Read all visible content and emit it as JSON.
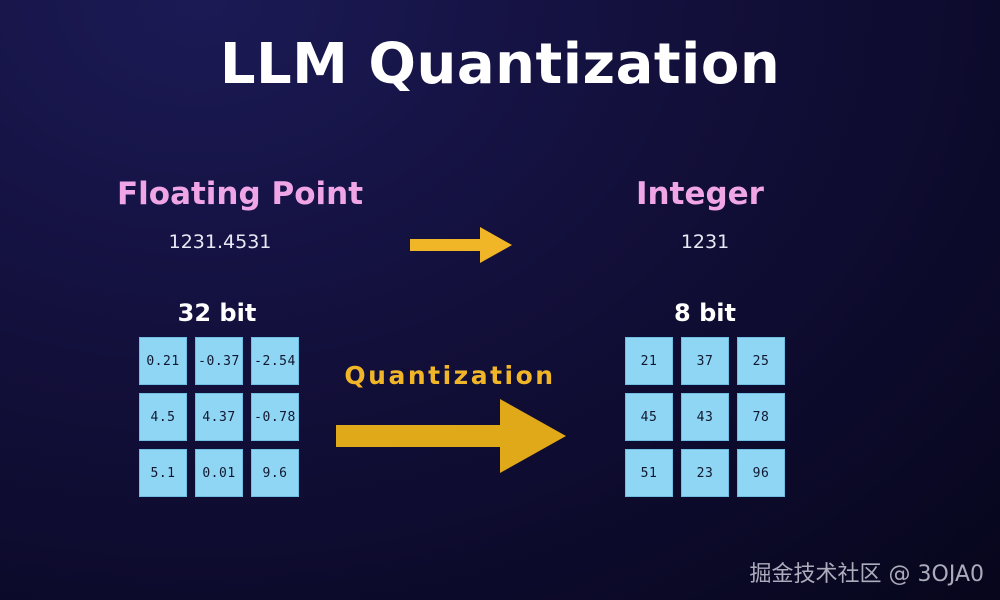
{
  "title": "LLM Quantization",
  "left": {
    "heading": "Floating Point",
    "value": "1231.4531",
    "bits_label": "32 bit",
    "cells": [
      "0.21",
      "-0.37",
      "-2.54",
      "4.5",
      "4.37",
      "-0.78",
      "5.1",
      "0.01",
      "9.6"
    ]
  },
  "right": {
    "heading": "Integer",
    "value": "1231",
    "bits_label": "8 bit",
    "cells": [
      "21",
      "37",
      "25",
      "45",
      "43",
      "78",
      "51",
      "23",
      "96"
    ]
  },
  "process_label": "Quantization",
  "watermark": "掘金技术社区 @ 3OJA0",
  "colors": {
    "heading": "#f0a6e6",
    "arrow": "#f1b628",
    "cell": "#8fd5f4",
    "background": "#120f3a"
  },
  "icons": [
    "arrow-right-icon",
    "arrow-right-icon"
  ]
}
